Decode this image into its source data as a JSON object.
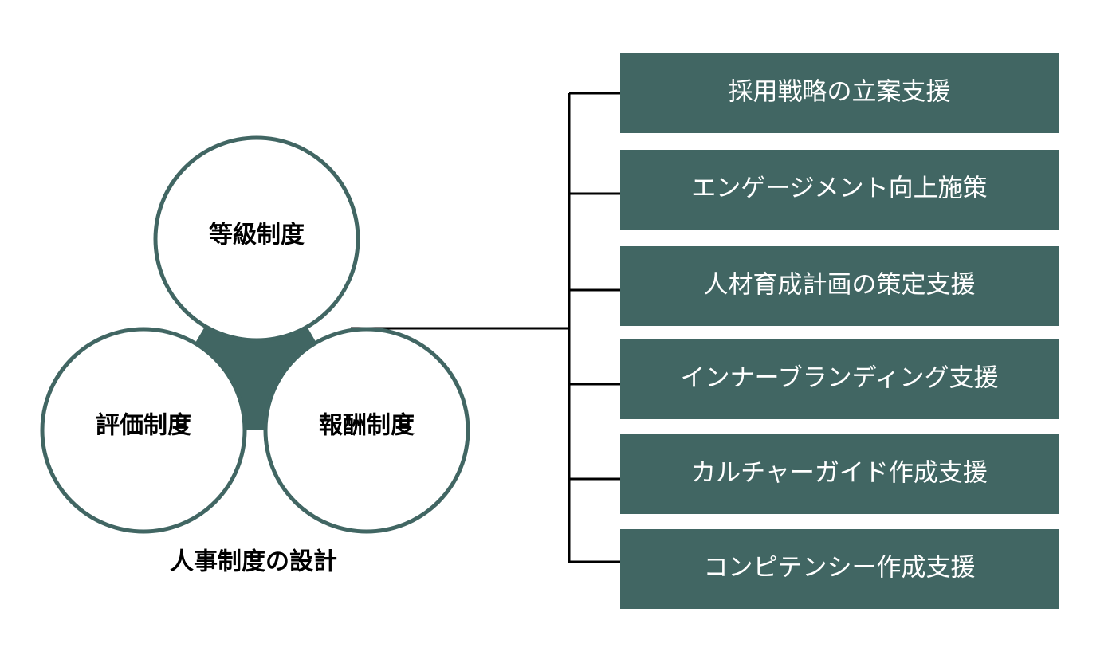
{
  "diagram": {
    "colors": {
      "accent": "#416663",
      "circle_fill": "#ffffff",
      "line": "#000000",
      "box_text": "#ffffff",
      "label_text": "#000000"
    },
    "circles": {
      "top": "等級制度",
      "left": "評価制度",
      "right": "報酬制度"
    },
    "caption": "人事制度の設計",
    "boxes": [
      "採用戦略の立案支援",
      "エンゲージメント向上施策",
      "人材育成計画の策定支援",
      "インナーブランディング支援",
      "カルチャーガイド作成支援",
      "コンピテンシー作成支援"
    ]
  }
}
